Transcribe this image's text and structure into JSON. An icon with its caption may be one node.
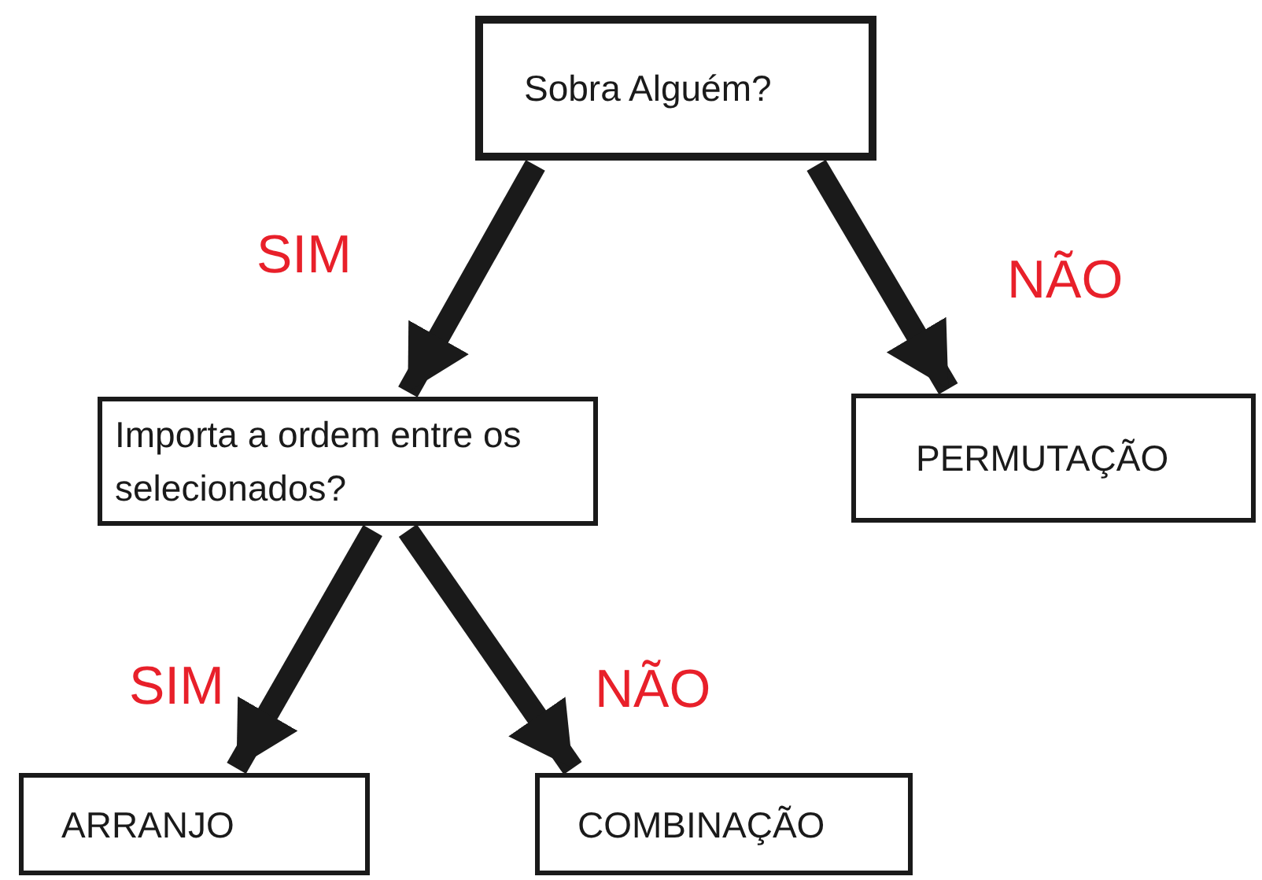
{
  "diagram": {
    "nodes": [
      {
        "text": [
          "Sobra Alguém?"
        ]
      },
      {
        "text": [
          "Importa a ordem entre os selecionados?"
        ]
      },
      {
        "text": [
          "PERMUTAÇÃO"
        ]
      },
      {
        "text": [
          "ARRANJO"
        ]
      },
      {
        "text": [
          "COMBINAÇÃO"
        ]
      }
    ],
    "edges": [
      {
        "from": 0,
        "to": 1,
        "arrow": "to",
        "label": "SIM"
      },
      {
        "from": 0,
        "to": 2,
        "arrow": "to",
        "label": "NÃO"
      },
      {
        "from": 1,
        "to": 3,
        "arrow": "to",
        "label": "SIM"
      },
      {
        "from": 1,
        "to": 4,
        "arrow": "to",
        "label": "NÃO"
      }
    ]
  }
}
